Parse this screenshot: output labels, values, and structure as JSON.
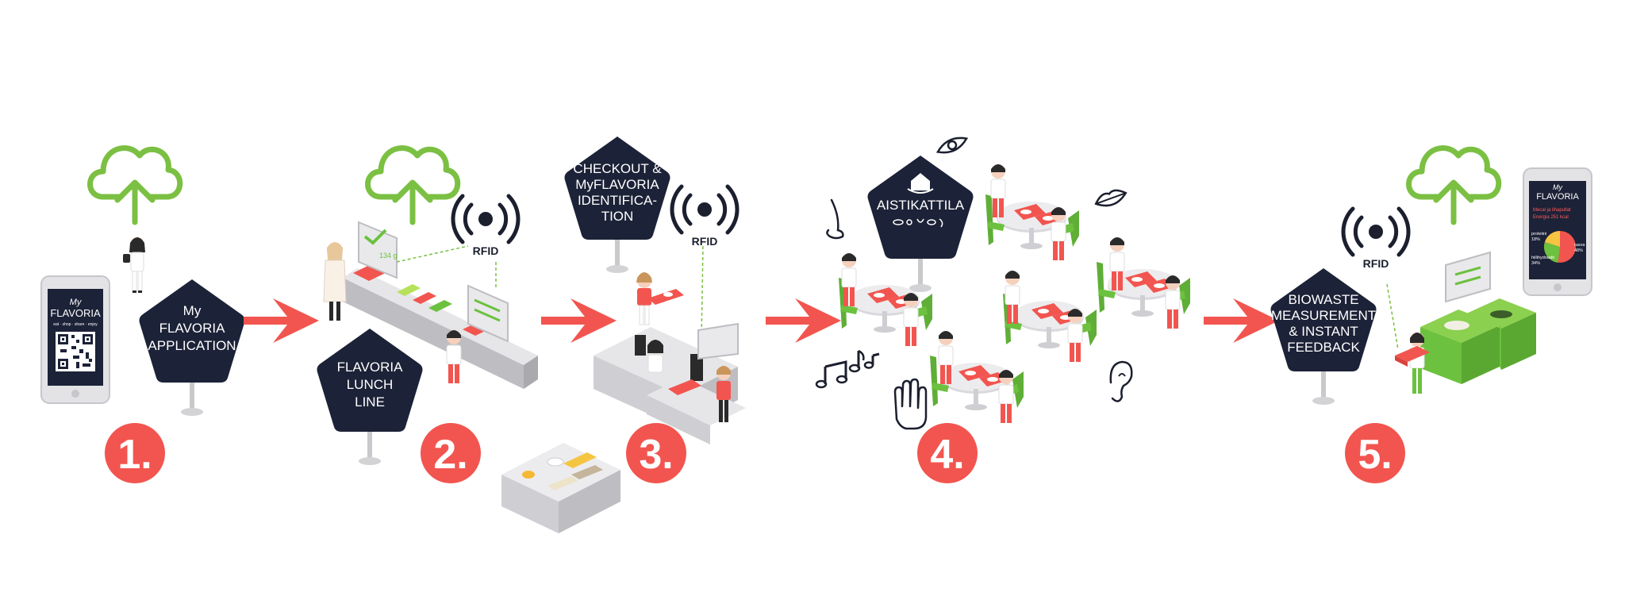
{
  "colors": {
    "badge": "#1c2237",
    "accent_red": "#f2554f",
    "cloud_green": "#7bc043",
    "chair_green": "#6cc13e",
    "counter_grey": "#d8d8dc",
    "ink": "#1b1f2e"
  },
  "steps": [
    {
      "number": "1.",
      "badge_lines": [
        "My",
        "FLAVORIA",
        "APPLICATION"
      ]
    },
    {
      "number": "2.",
      "badge_lines": [
        "FLAVORIA",
        "LUNCH",
        "LINE"
      ]
    },
    {
      "number": "3.",
      "badge_lines": [
        "CHECKOUT &",
        "MyFLAVORIA",
        "IDENTIFICA-",
        "TION"
      ]
    },
    {
      "number": "4.",
      "badge_lines": [
        "AISTIKATTILA"
      ]
    },
    {
      "number": "5.",
      "badge_lines": [
        "BIOWASTE",
        "MEASUREMENT",
        "& INSTANT",
        "FEEDBACK"
      ]
    }
  ],
  "rfid": {
    "label": "RFID"
  },
  "phone_left": {
    "brand_top": "My",
    "brand_main": "FLAVORIA",
    "tagline": "eat · shop · share · enjoy"
  },
  "phone_right": {
    "brand_top": "My",
    "brand_main": "FLAVORIA",
    "meal_title": "Mecal ja lihapullat",
    "energy": "Energia 251 kcal",
    "legend_left_top": "proteiini",
    "legend_left_top_pct": "18%",
    "legend_left_bottom": "hiilihydraatit",
    "legend_left_bottom_pct": "34%",
    "legend_right": "rasva",
    "legend_right_pct": "48%"
  },
  "scale": {
    "value": "134 g"
  },
  "icons": [
    "cloud-upload-icon",
    "rfid-icon",
    "eye-icon",
    "nose-icon",
    "lips-icon",
    "ear-icon",
    "hand-icon",
    "music-notes-icon",
    "arrow-right-icon"
  ]
}
